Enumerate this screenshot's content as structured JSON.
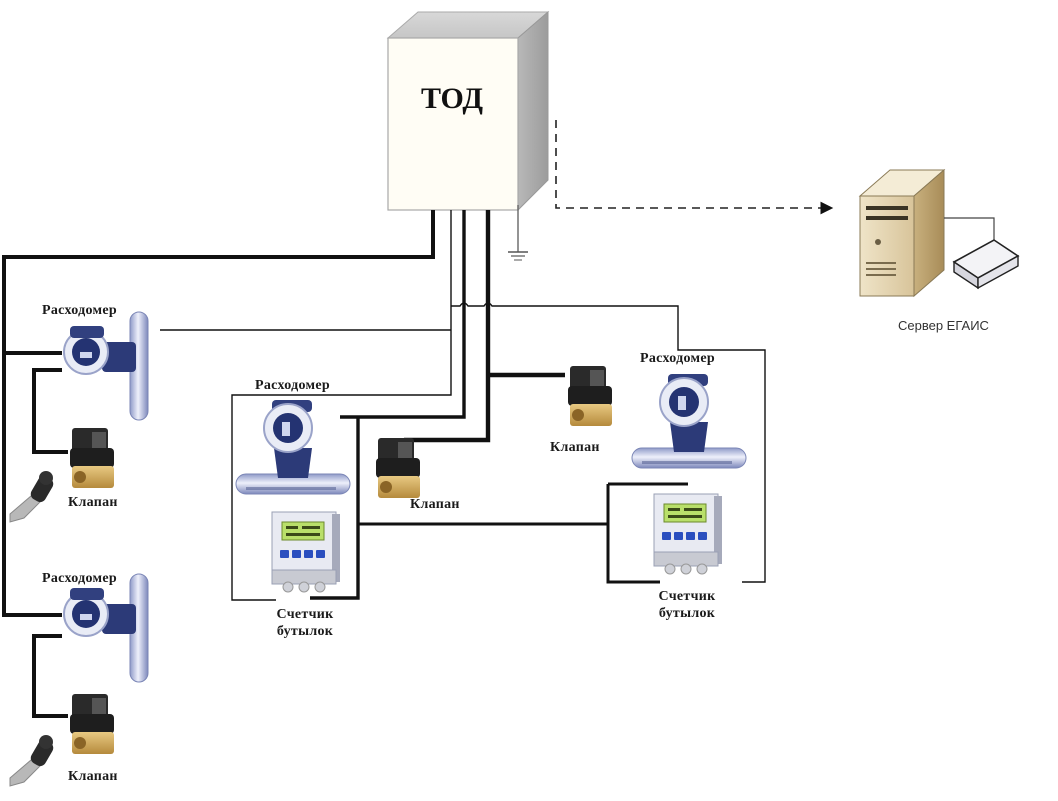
{
  "diagram": {
    "controller": {
      "title": "ТОД"
    },
    "server": {
      "label": "Сервер ЕГАИС"
    },
    "left_unit_1": {
      "flowmeter_label": "Расходомер",
      "valve_label": "Клапан"
    },
    "left_unit_2": {
      "flowmeter_label": "Расходомер",
      "valve_label": "Клапан"
    },
    "center_unit": {
      "flowmeter_label": "Расходомер",
      "counter_label_line1": "Счетчик",
      "counter_label_line2": "бутылок",
      "valve_label": "Клапан"
    },
    "right_unit": {
      "flowmeter_label": "Расходомер",
      "counter_label_line1": "Счетчик",
      "counter_label_line2": "бутылок",
      "valve_label": "Клапан"
    },
    "connections": [
      {
        "from": "ТОД",
        "to": "Сервер ЕГАИС",
        "style": "dashed-arrow"
      },
      {
        "from": "ТОД",
        "to": "ground",
        "style": "thin"
      },
      {
        "from": "ТОД",
        "to": "left_unit_1",
        "style": "thick"
      },
      {
        "from": "ТОД",
        "to": "left_unit_2",
        "style": "thick"
      },
      {
        "from": "ТОД",
        "to": "center_unit",
        "style": "thick"
      },
      {
        "from": "ТОД",
        "to": "right_unit",
        "style": "thick"
      }
    ]
  }
}
